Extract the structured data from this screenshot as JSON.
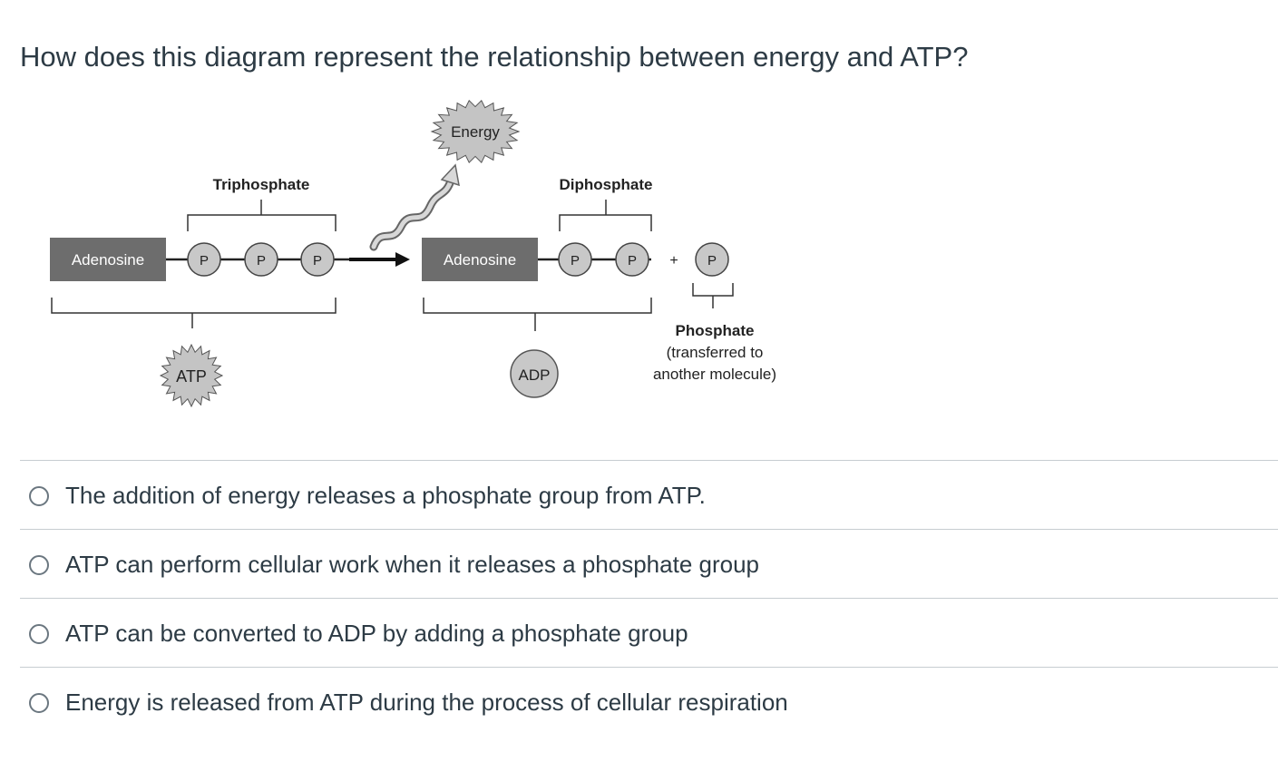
{
  "question": {
    "text": "How does this diagram represent the relationship between energy and ATP?"
  },
  "diagram": {
    "energy_label": "Energy",
    "triphosphate_label": "Triphosphate",
    "diphosphate_label": "Diphosphate",
    "adenosine_label": "Adenosine",
    "phosphate_symbol": "P",
    "plus_sign": "+",
    "atp_label": "ATP",
    "adp_label": "ADP",
    "phosphate_caption": [
      "Phosphate",
      "(transferred to",
      "another molecule)"
    ],
    "colors": {
      "box": "#6d6d6d",
      "circle": "#c8c8c8",
      "starburst": "#c4c4c4"
    }
  },
  "answers": [
    {
      "label": "The addition of energy releases a phosphate group from ATP."
    },
    {
      "label": "ATP can perform cellular work when it releases a phosphate group"
    },
    {
      "label": "ATP can be converted to ADP by adding a phosphate group"
    },
    {
      "label": "Energy is released from ATP during the process of cellular respiration"
    }
  ]
}
